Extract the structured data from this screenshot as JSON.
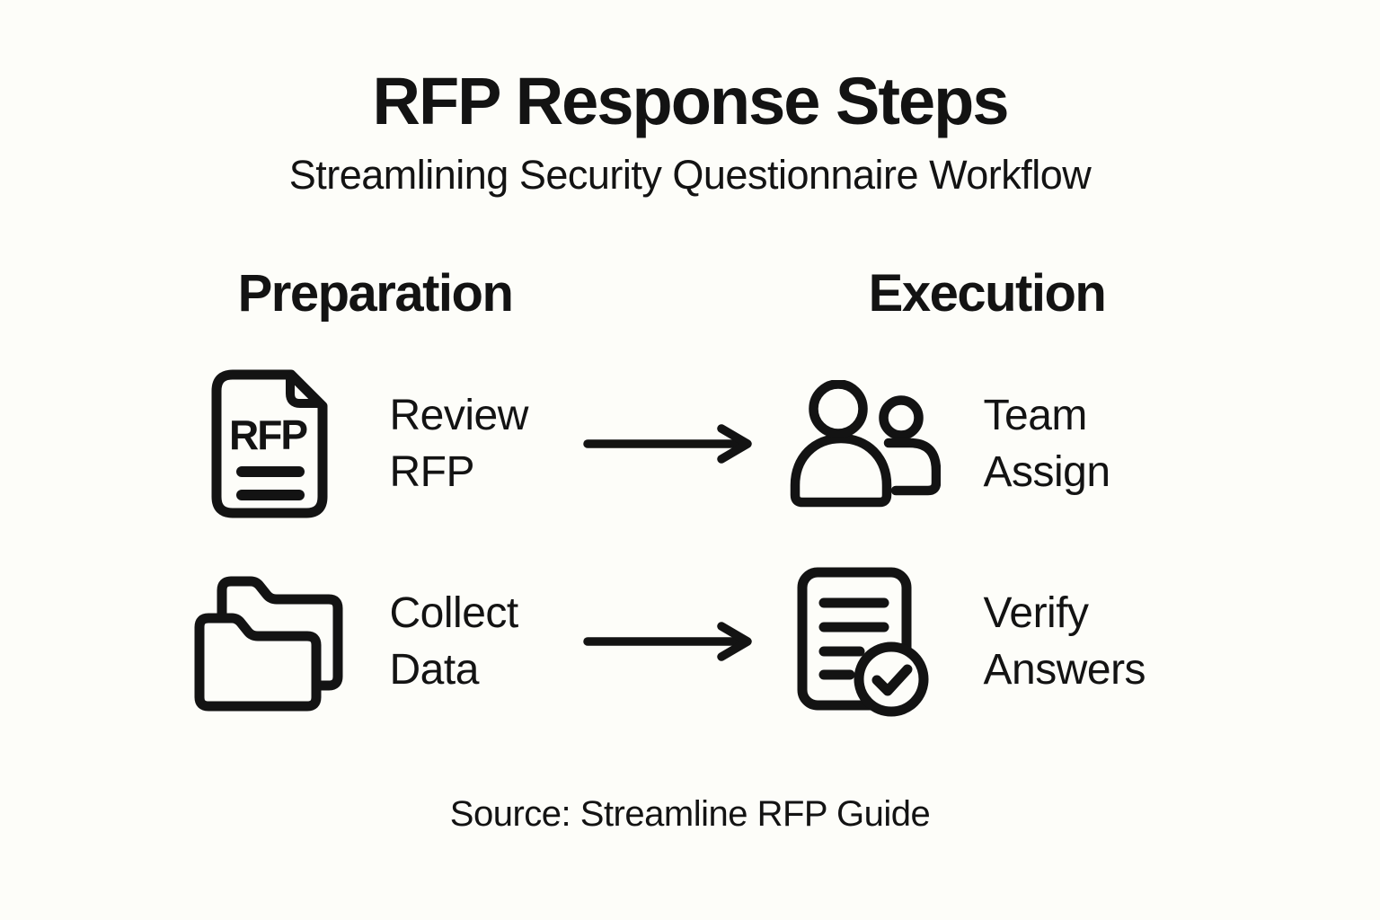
{
  "page": {
    "title": "RFP Response Steps",
    "subtitle": "Streamlining Security Questionnaire Workflow",
    "source": "Source: Streamline RFP Guide",
    "background_color": "#FDFDF9",
    "ink_color": "#131313"
  },
  "columns": {
    "left_header": "Preparation",
    "right_header": "Execution"
  },
  "steps": {
    "review_rfp": {
      "label": "Review RFP",
      "icon": "rfp-document-icon"
    },
    "team_assign": {
      "label": "Team Assign",
      "icon": "team-people-icon"
    },
    "collect_data": {
      "label": "Collect Data",
      "icon": "folders-icon"
    },
    "verify_answers": {
      "label": "Verify Answers",
      "icon": "document-check-icon"
    }
  },
  "icons": {
    "rfp_badge_text": "RFP",
    "arrow": "right-arrow-icon"
  }
}
